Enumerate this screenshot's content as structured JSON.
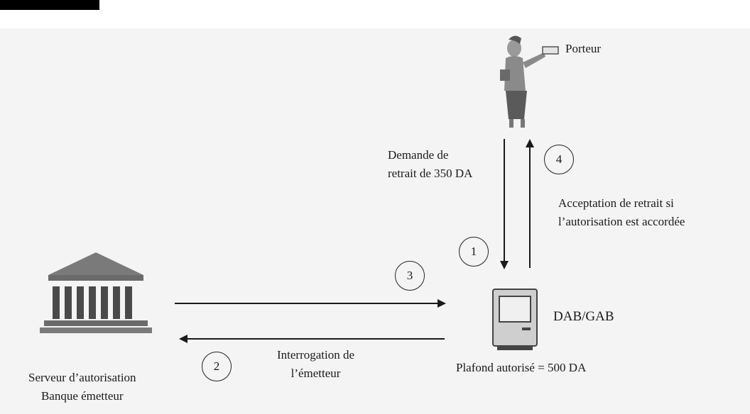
{
  "colors": {
    "background": "#f4f4f4",
    "line": "#1a1a1a",
    "bank": "#7a7a7a",
    "bank_dark": "#4a4a4a"
  },
  "porteur": {
    "label": "Porteur"
  },
  "dab": {
    "label": "DAB/GAB",
    "plafond": "Plafond autorisé = 500 DA"
  },
  "serveur": {
    "line1": "Serveur d’autorisation",
    "line2": "Banque émetteur"
  },
  "steps": [
    {
      "number": "1"
    },
    {
      "number": "2"
    },
    {
      "number": "3"
    },
    {
      "number": "4"
    }
  ],
  "messages": {
    "demande_line1": "Demande de",
    "demande_line2": "retrait de 350 DA",
    "acceptation_line1": "Acceptation de retrait si",
    "acceptation_line2": "l’autorisation est accordée",
    "interrogation_line1": "Interrogation de",
    "interrogation_line2": "l’émetteur"
  },
  "icons": [
    "person-icon",
    "bank-building-icon",
    "atm-terminal-icon"
  ]
}
